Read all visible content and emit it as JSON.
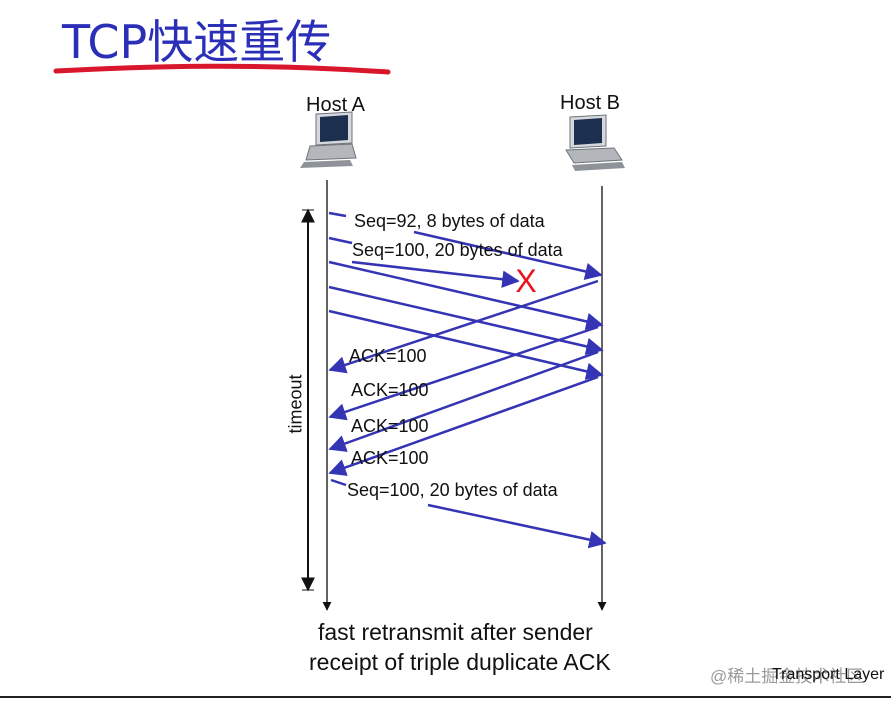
{
  "title": "TCP快速重传",
  "host_a": {
    "label": "Host A"
  },
  "host_b": {
    "label": "Host B"
  },
  "timeout_label": "timeout",
  "segments": [
    {
      "label": "Seq=92, 8 bytes of data",
      "direction": "A-to-B",
      "delivered": true
    },
    {
      "label": "Seq=100, 20 bytes of data",
      "direction": "A-to-B",
      "delivered": false,
      "lost_marker": "X"
    },
    {
      "label": "",
      "direction": "A-to-B",
      "delivered": true
    },
    {
      "label": "",
      "direction": "A-to-B",
      "delivered": true
    },
    {
      "label": "",
      "direction": "A-to-B",
      "delivered": true
    },
    {
      "label": "ACK=100",
      "direction": "B-to-A"
    },
    {
      "label": "ACK=100",
      "direction": "B-to-A"
    },
    {
      "label": "ACK=100",
      "direction": "B-to-A"
    },
    {
      "label": "ACK=100",
      "direction": "B-to-A"
    },
    {
      "label": "Seq=100, 20 bytes of data",
      "direction": "A-to-B",
      "delivered": true,
      "retransmission": true
    }
  ],
  "caption": {
    "line1": "fast retransmit after sender",
    "line2": "receipt of triple duplicate ACK"
  },
  "footer": "Transport Layer",
  "watermark": "@稀土掘金技术社区",
  "colors": {
    "title": "#2b2fb8",
    "arrow": "#3434b4",
    "lost_marker": "#e8141c",
    "underline": "#d8162c"
  }
}
